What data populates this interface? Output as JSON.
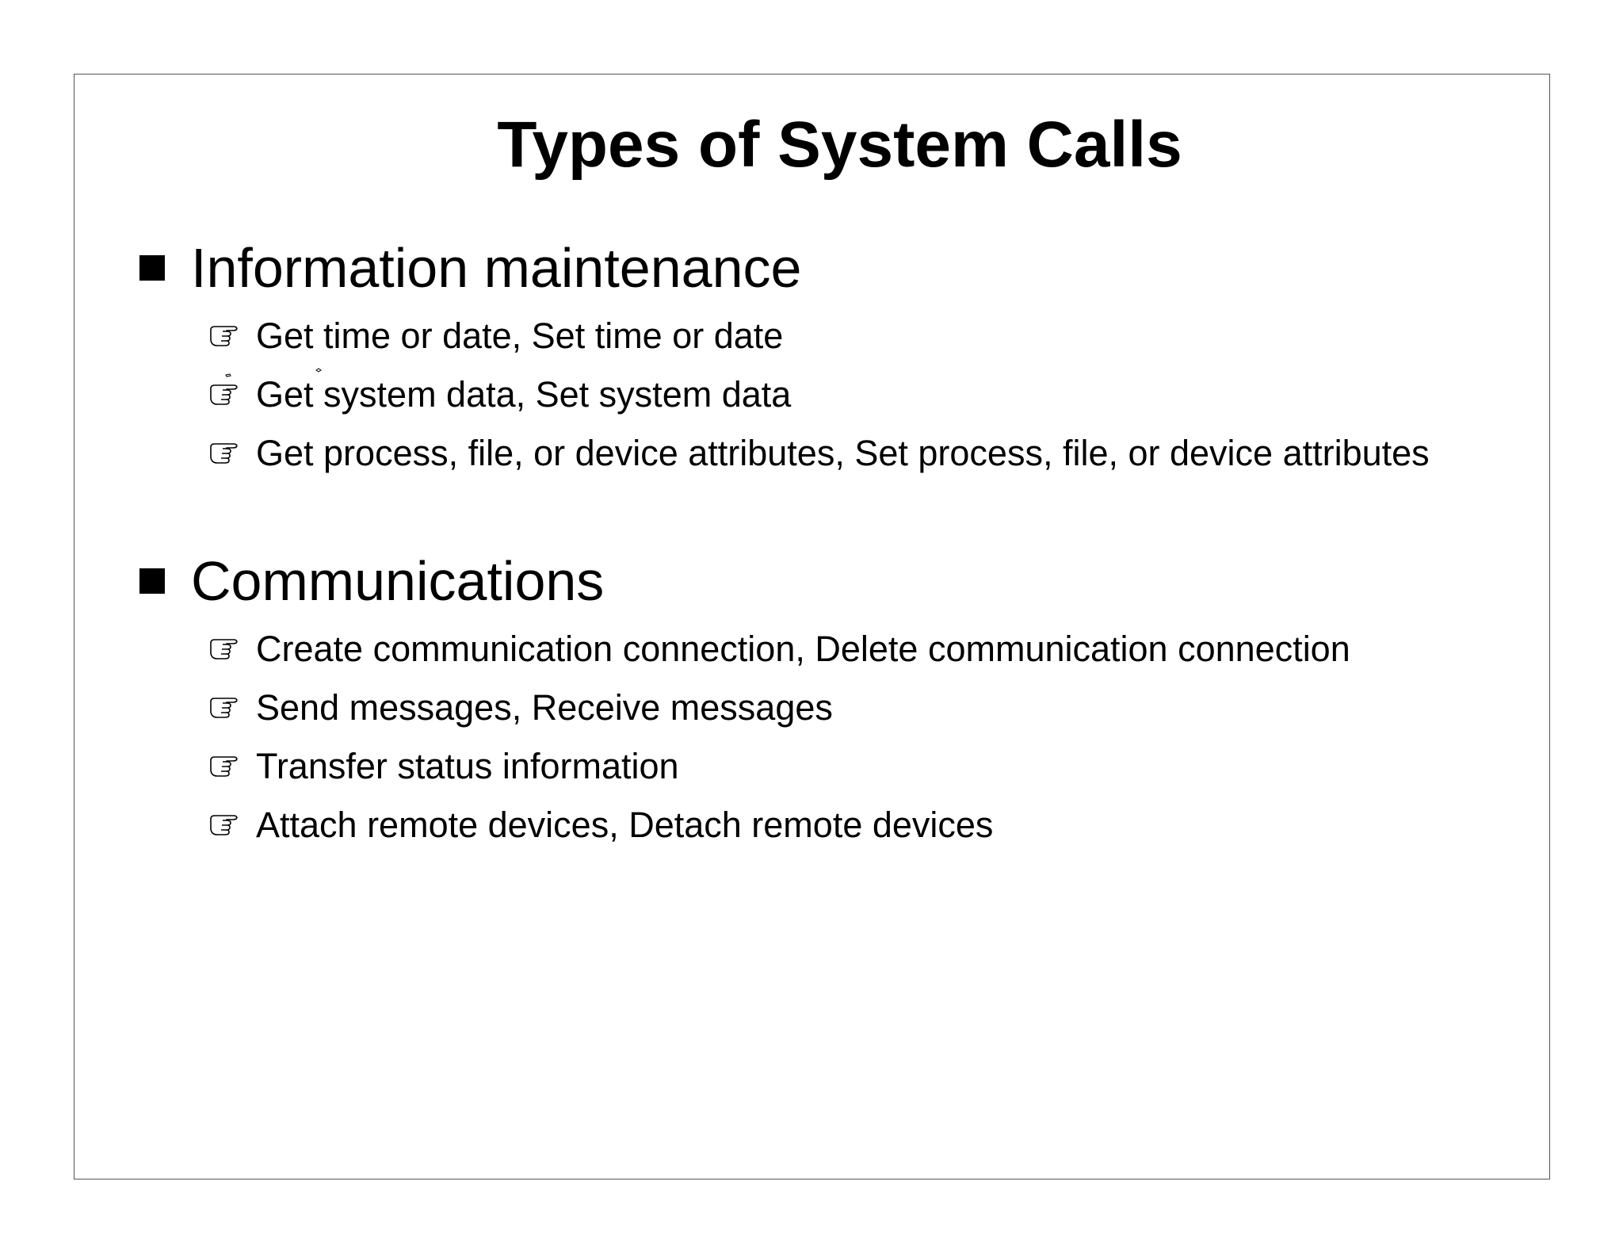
{
  "slide": {
    "title": "Types of System Calls",
    "sections": [
      {
        "heading": "Information maintenance",
        "items": [
          "Get time or date, Set time or date",
          "Get system data, Set system data",
          "Get process, file, or device attributes, Set process, file, or device attributes"
        ]
      },
      {
        "heading": "Communications",
        "items": [
          "Create communication connection, Delete communication connection",
          "Send messages, Receive messages",
          "Transfer status information",
          "Attach remote devices, Detach remote devices"
        ]
      }
    ],
    "bullet_icons": {
      "level1": "filled-square",
      "level2": "pointing-hand-icon"
    }
  }
}
